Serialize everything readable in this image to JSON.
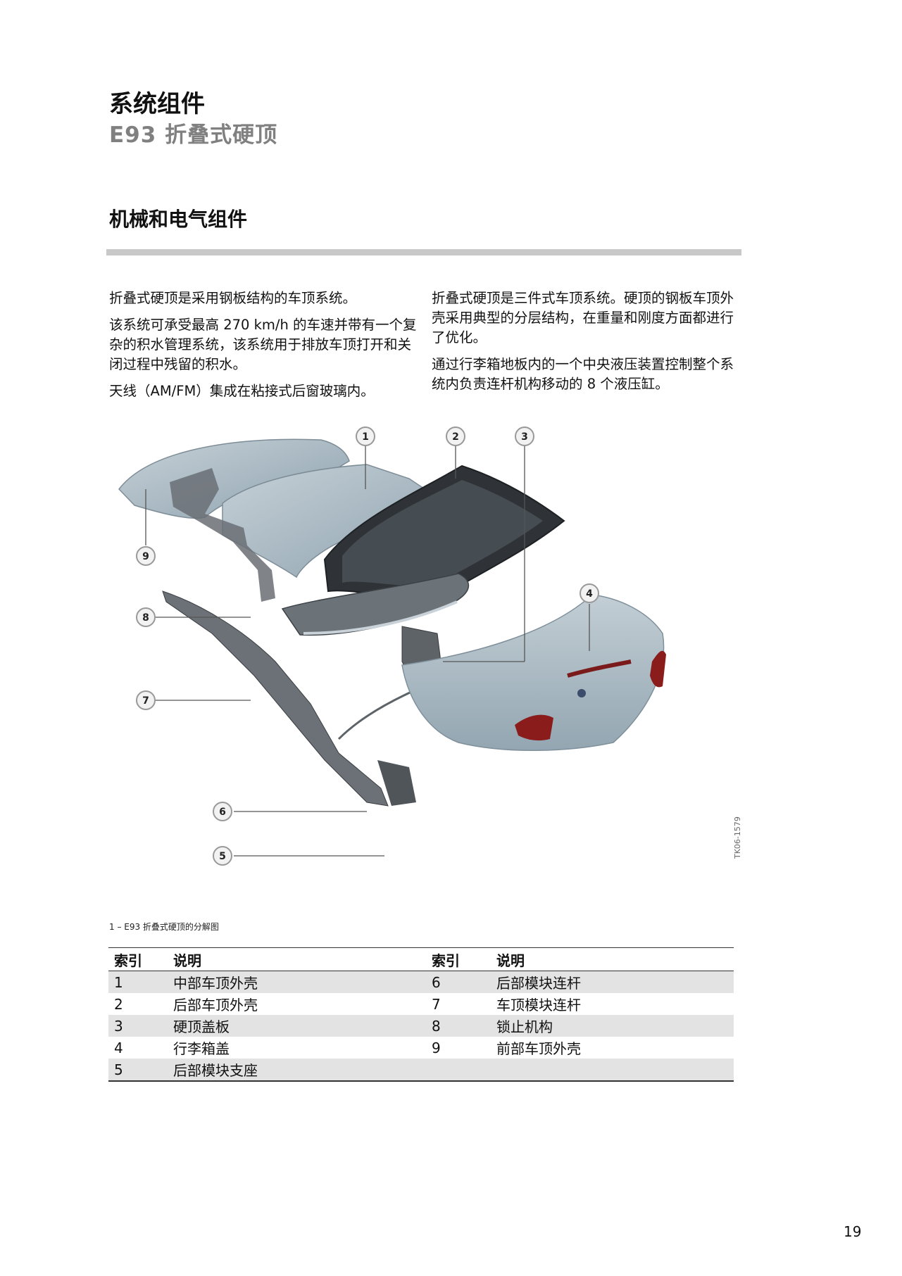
{
  "header": {
    "title": "系统组件",
    "subtitle": "E93 折叠式硬顶"
  },
  "section_title": "机械和电气组件",
  "body": {
    "left": [
      "折叠式硬顶是采用钢板结构的车顶系统。",
      "该系统可承受最高 270 km/h 的车速并带有一个复杂的积水管理系统，该系统用于排放车顶打开和关闭过程中残留的积水。",
      "天线（AM/FM）集成在粘接式后窗玻璃内。"
    ],
    "right": [
      "折叠式硬顶是三件式车顶系统。硬顶的钢板车顶外壳采用典型的分层结构，在重量和刚度方面都进行了优化。",
      "通过行李箱地板内的一个中央液压装置控制整个系统内负责连杆机构移动的 8 个液压缸。"
    ]
  },
  "figure": {
    "callouts": [
      "1",
      "2",
      "3",
      "4",
      "5",
      "6",
      "7",
      "8",
      "9"
    ],
    "image_code": "TK06-1579",
    "caption": "1 – E93 折叠式硬顶的分解图",
    "colors": {
      "body_panel": "#a9b9c3",
      "glass": "#3a4045",
      "frame": "#5c6166",
      "taillight": "#8a1c1c"
    }
  },
  "table": {
    "headers": [
      "索引",
      "说明",
      "索引",
      "说明"
    ],
    "rows": [
      [
        "1",
        "中部车顶外壳",
        "6",
        "后部模块连杆"
      ],
      [
        "2",
        "后部车顶外壳",
        "7",
        "车顶模块连杆"
      ],
      [
        "3",
        "硬顶盖板",
        "8",
        "锁止机构"
      ],
      [
        "4",
        "行李箱盖",
        "9",
        "前部车顶外壳"
      ],
      [
        "5",
        "后部模块支座",
        "",
        ""
      ]
    ]
  },
  "page_number": "19"
}
